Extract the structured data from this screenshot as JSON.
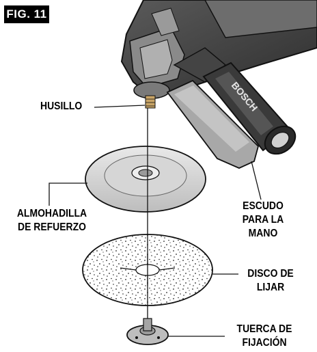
{
  "figure": {
    "label": "FIG. 11",
    "callouts": {
      "spindle": "HUSILLO",
      "backing_pad": [
        "ALMOHADILLA",
        "DE REFUERZO"
      ],
      "hand_guard": [
        "ESCUDO",
        "PARA LA",
        "MANO"
      ],
      "sanding_disc": [
        "DISCO DE",
        "LIJAR"
      ],
      "clamp_nut": [
        "TUERCA DE",
        "FIJACIÓN"
      ]
    },
    "grip_logo": "BOSCH"
  }
}
